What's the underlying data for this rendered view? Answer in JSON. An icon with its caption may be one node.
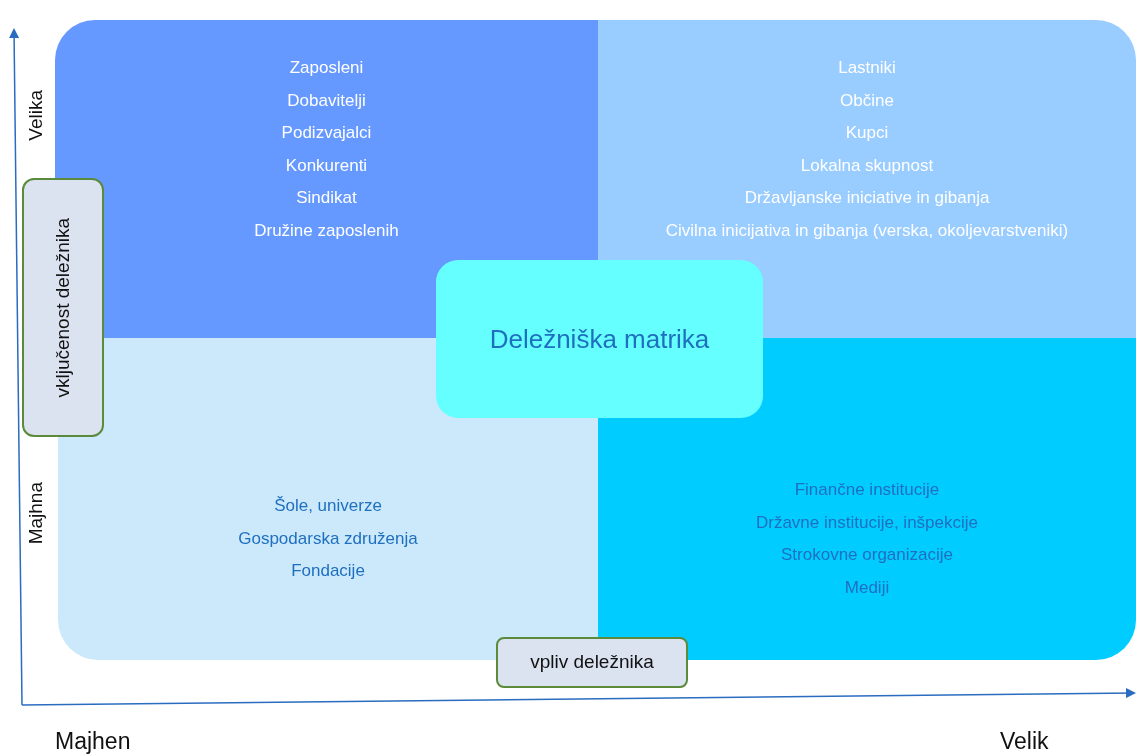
{
  "diagram": {
    "nodes": [
      {
        "text": [
          "Zaposleni",
          "Dobavitelji",
          "Podizvajalci",
          "Konkurenti",
          "Sindikat",
          "Družine zaposlenih"
        ]
      },
      {
        "text": [
          "Lastniki",
          "Občine",
          "Kupci",
          "Lokalna skupnost",
          "Državljanske iniciative in gibanja",
          "Civilna inicijativa in gibanja (verska, okoljevarstveniki)"
        ]
      },
      {
        "text": [
          "Šole, univerze",
          "Gospodarska združenja",
          "Fondacije"
        ]
      },
      {
        "text": [
          "Finančne institucije",
          "Državne institucije, inšpekcije",
          "Strokovne organizacije",
          "Mediji"
        ]
      },
      {
        "text": [
          "Deležniška matrika"
        ]
      },
      {
        "text": [
          "vključenost deležnika"
        ]
      },
      {
        "text": [
          "vpliv deležnika"
        ]
      }
    ],
    "labels": [
      "Velika",
      "Majhna",
      "Majhen",
      "Velik"
    ]
  }
}
